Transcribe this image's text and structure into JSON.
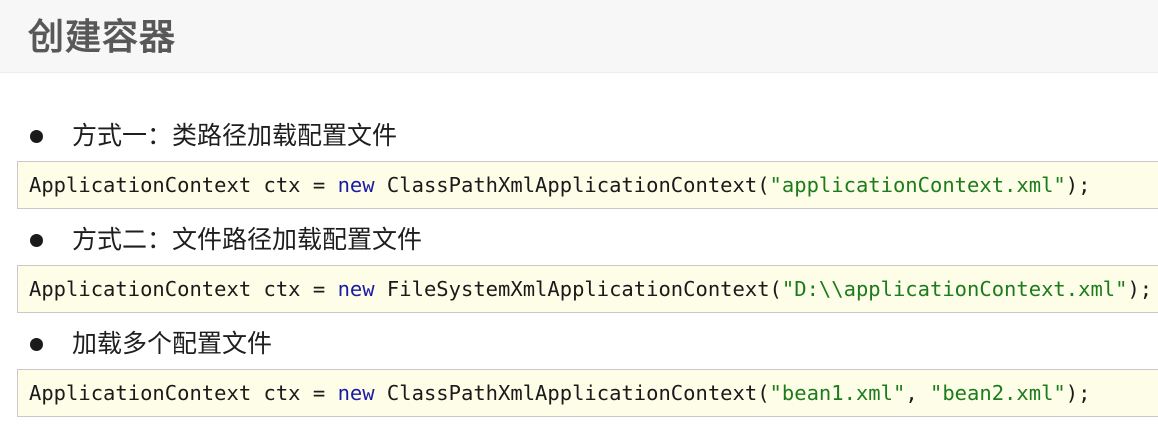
{
  "header": {
    "title": "创建容器"
  },
  "sections": [
    {
      "bullet": "方式一：类路径加载配置文件",
      "code": {
        "prefix": "ApplicationContext ctx = ",
        "keyword": "new",
        "call_open": " ClassPathXmlApplicationContext(",
        "arg1": "\"applicationContext.xml\"",
        "sep": "",
        "arg2": "",
        "call_close": ");"
      }
    },
    {
      "bullet": "方式二：文件路径加载配置文件",
      "code": {
        "prefix": "ApplicationContext ctx = ",
        "keyword": "new",
        "call_open": " FileSystemXmlApplicationContext(",
        "arg1": "\"D:\\\\applicationContext.xml\"",
        "sep": "",
        "arg2": "",
        "call_close": ");"
      }
    },
    {
      "bullet": "加载多个配置文件",
      "code": {
        "prefix": "ApplicationContext ctx = ",
        "keyword": "new",
        "call_open": " ClassPathXmlApplicationContext(",
        "arg1": "\"bean1.xml\"",
        "sep": ", ",
        "arg2": "\"bean2.xml\"",
        "call_close": ");"
      }
    }
  ],
  "colors": {
    "keyword": "#1a1aa6",
    "string": "#1c7c1c",
    "code_background": "#fdfde8"
  },
  "icons": {
    "bullet": "bullet-dot-icon"
  }
}
